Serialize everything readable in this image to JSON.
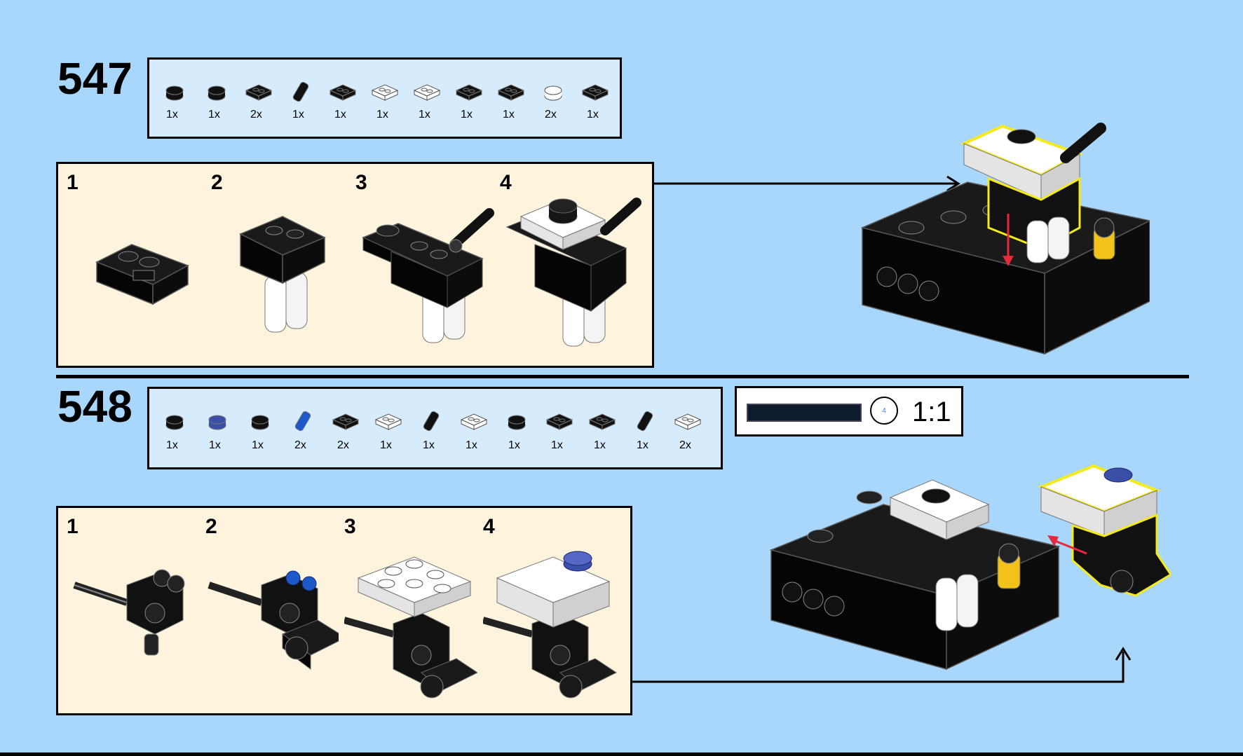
{
  "steps": [
    {
      "number": "547",
      "parts": [
        {
          "qty": "1x",
          "icon": "dark-round-tile-icon",
          "color": "#111111"
        },
        {
          "qty": "1x",
          "icon": "dark-round-plate-icon",
          "color": "#111111"
        },
        {
          "qty": "2x",
          "icon": "dark-tile-1x2-icon",
          "color": "#111111"
        },
        {
          "qty": "1x",
          "icon": "dark-bar-holder-icon",
          "color": "#111111"
        },
        {
          "qty": "1x",
          "icon": "dark-clip-icon",
          "color": "#111111"
        },
        {
          "qty": "1x",
          "icon": "white-plate-2x2-icon",
          "color": "#ffffff"
        },
        {
          "qty": "1x",
          "icon": "white-jumper-plate-icon",
          "color": "#ffffff"
        },
        {
          "qty": "1x",
          "icon": "dark-bracket-icon",
          "color": "#111111"
        },
        {
          "qty": "1x",
          "icon": "dark-plate-1x4-icon",
          "color": "#111111"
        },
        {
          "qty": "2x",
          "icon": "white-round-brick-icon",
          "color": "#ffffff"
        },
        {
          "qty": "1x",
          "icon": "dark-technic-brick-icon",
          "color": "#111111"
        }
      ],
      "substeps": [
        "1",
        "2",
        "3",
        "4"
      ]
    },
    {
      "number": "548",
      "parts": [
        {
          "qty": "1x",
          "icon": "dark-round-plate-icon",
          "color": "#111111"
        },
        {
          "qty": "1x",
          "icon": "blue-round-tile-icon",
          "color": "#3c4fa8"
        },
        {
          "qty": "1x",
          "icon": "dark-round-stud-icon",
          "color": "#111111"
        },
        {
          "qty": "2x",
          "icon": "blue-pin-icon",
          "color": "#1f58c8"
        },
        {
          "qty": "2x",
          "icon": "dark-plate-1x2-icon",
          "color": "#111111"
        },
        {
          "qty": "1x",
          "icon": "white-jumper-plate-icon",
          "color": "#ffffff"
        },
        {
          "qty": "1x",
          "icon": "dark-axle-connector-icon",
          "color": "#111111"
        },
        {
          "qty": "1x",
          "icon": "white-tile-2x2-icon",
          "color": "#ffffff"
        },
        {
          "qty": "1x",
          "icon": "dark-plate-round-corner-icon",
          "color": "#111111"
        },
        {
          "qty": "1x",
          "icon": "dark-technic-liftarm-icon",
          "color": "#111111"
        },
        {
          "qty": "1x",
          "icon": "dark-technic-cross-block-icon",
          "color": "#111111"
        },
        {
          "qty": "1x",
          "icon": "dark-axle-icon",
          "color": "#111111"
        },
        {
          "qty": "2x",
          "icon": "white-plate-2x3-icon",
          "color": "#ffffff"
        }
      ],
      "substeps": [
        "1",
        "2",
        "3",
        "4"
      ],
      "scale": {
        "label": "1:1",
        "circle": "4"
      }
    }
  ],
  "colors": {
    "background": "#a9d7fb",
    "parts_box": "#d6ecfd",
    "substep_box": "#fef4dd",
    "highlight": "#f5ea1c",
    "arrow_red": "#e8283c"
  }
}
